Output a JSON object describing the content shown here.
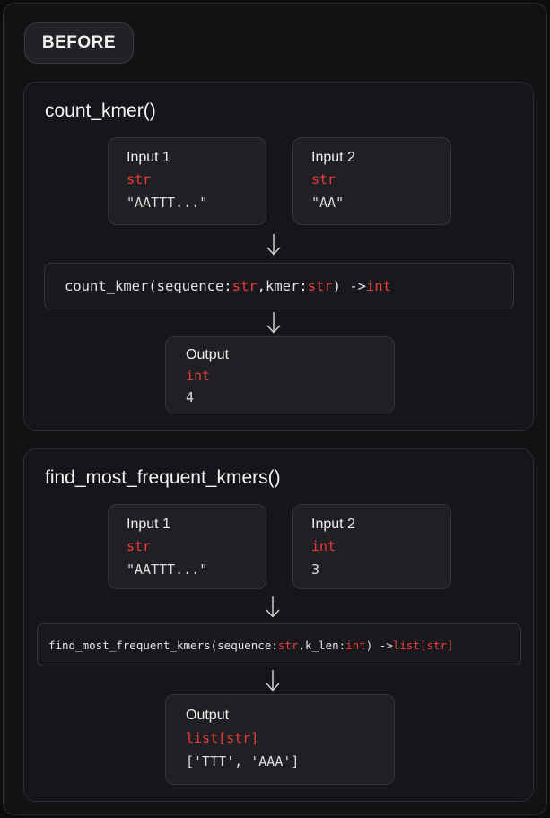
{
  "badge": "BEFORE",
  "sections": [
    {
      "title": "count_kmer()",
      "input1": {
        "label": "Input 1",
        "type": "str",
        "value": "\"AATTT...\""
      },
      "input2": {
        "label": "Input 2",
        "type": "str",
        "value": "\"AA\""
      },
      "signature": {
        "name": "count_kmer(",
        "p1": "sequence: ",
        "t1": "str",
        "sep": ", ",
        "p2": "kmer: ",
        "t2": "str",
        "arrow": ") -> ",
        "ret": "int"
      },
      "output": {
        "label": "Output",
        "type": "int",
        "value": "4"
      }
    },
    {
      "title": "find_most_frequent_kmers()",
      "input1": {
        "label": "Input 1",
        "type": "str",
        "value": "\"AATTT...\""
      },
      "input2": {
        "label": "Input 2",
        "type": "int",
        "value": "3"
      },
      "signature": {
        "name": "find_most_frequent_kmers(",
        "p1": "sequence: ",
        "t1": "str",
        "sep": ", ",
        "p2": "k_len: ",
        "t2": "int",
        "arrow": ") -> ",
        "ret": "list[str]"
      },
      "output": {
        "label": "Output",
        "type": "list[str]",
        "value": "['TTT', 'AAA']"
      }
    }
  ],
  "colors": {
    "type_accent": "#ef3b3b",
    "background": "#121214",
    "panel": "#16161a",
    "box": "#202024"
  },
  "icons": {
    "flow": "down-arrow-icon"
  }
}
